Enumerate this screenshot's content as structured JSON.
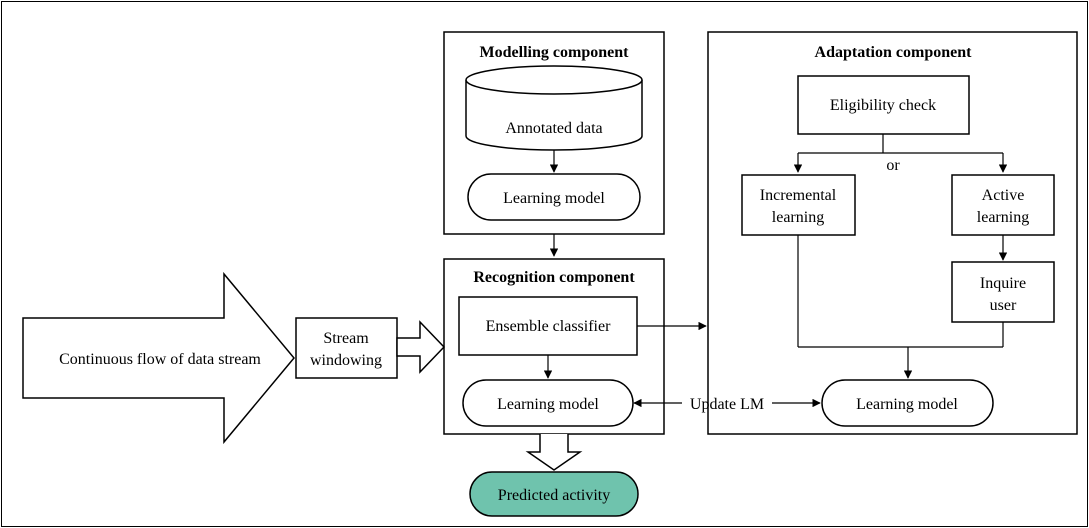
{
  "modelling": {
    "title": "Modelling component",
    "database": "Annotated data",
    "model": "Learning model"
  },
  "adaptation": {
    "title": "Adaptation component",
    "eligibility": "Eligibility check",
    "or_label": "or",
    "incremental": [
      "Incremental",
      "learning"
    ],
    "active": [
      "Active",
      "learning"
    ],
    "inquire": [
      "Inquire",
      "user"
    ],
    "model": "Learning model"
  },
  "recognition": {
    "title": "Recognition component",
    "classifier": "Ensemble classifier",
    "model": "Learning model"
  },
  "input": {
    "stream": "Continuous flow of data stream",
    "windowing": [
      "Stream",
      "windowing"
    ]
  },
  "update_label": "Update LM",
  "output": {
    "label": "Predicted activity",
    "fill": "#6fc3ad"
  }
}
